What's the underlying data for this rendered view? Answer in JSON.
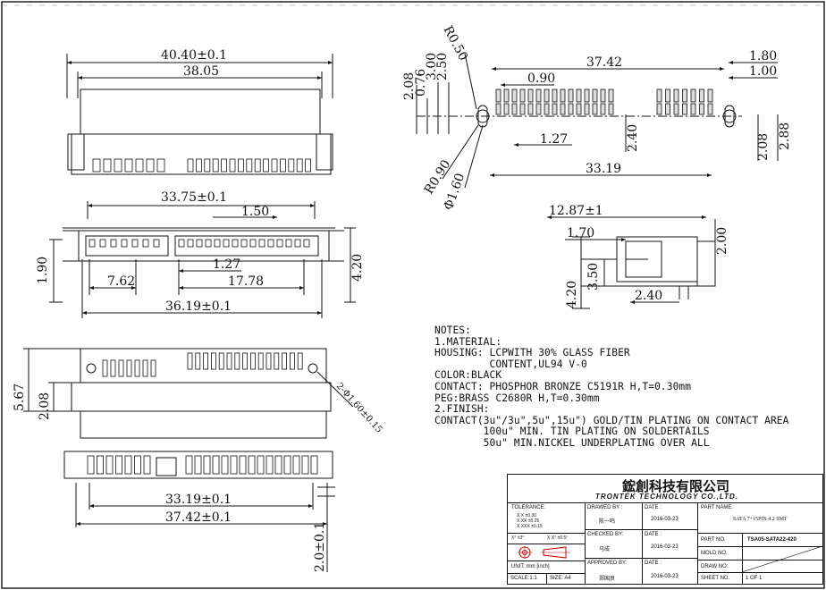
{
  "drawing": {
    "top_view": {
      "dim_overall": "40.40±0.1",
      "dim_inner": "38.05"
    },
    "front_view": {
      "dim_top": "33.75±0.1",
      "dim_pitch_large": "1.50",
      "dim_pitch_small": "1.27",
      "dim_left": "7.62",
      "dim_right": "17.78",
      "dim_overall": "36.19±0.1",
      "dim_height_left": "1.90",
      "dim_height_right": "4.20"
    },
    "bottom_view": {
      "dim_height": "5.67",
      "dim_lower": "2.08",
      "hole_callout": "2-Φ1.60±0.15"
    },
    "pad_view": {
      "dim_inner": "33.19±0.1",
      "dim_outer": "37.42±0.1",
      "dim_vertical": "2.0±0.1"
    },
    "pcb_layout": {
      "dim_overall": "37.42",
      "dim_pitch": "0.90",
      "dim_pitch2": "1.27",
      "dim_span": "33.19",
      "dim_row": "2.40",
      "dim_r50": "R0.50",
      "dim_r90": "R0.90",
      "dim_hole": "Φ1.60",
      "dim_208_left": "2.08",
      "dim_076": "0.76",
      "dim_300": "3.00",
      "dim_250": "2.50",
      "dim_180": "1.80",
      "dim_100": "1.00",
      "dim_208_right": "2.08",
      "dim_288": "2.88"
    },
    "side_view": {
      "dim_top": "12.87±1",
      "dim_170": "1.70",
      "dim_200": "2.00",
      "dim_420": "4.20",
      "dim_350": "3.50",
      "dim_240": "2.40"
    }
  },
  "notes": {
    "heading": "NOTES:",
    "lines": [
      "1.MATERIAL:",
      "HOUSING: LCPWITH 30% GLASS FIBER",
      "         CONTENT,UL94 V-0",
      "COLOR:BLACK",
      "CONTACT: PHOSPHOR BRONZE C5191R H,T=0.30mm",
      "PEG:BRASS C2680R H,T=0.30mm",
      "2.FINISH:",
      "CONTACT(3u\"/3u\",5u\",15u\") GOLD/TIN PLATING ON CONTACT AREA",
      "        100u\" MIN. TIN PLATING ON SOLDERTAILS",
      "        50u\" MIN.NICKEL UNDERPLATING OVER ALL"
    ]
  },
  "title_block": {
    "company_cn": "鋐創科技有限公司",
    "company_en": "TRONTEK TECHNOLOGY CO.,LTD.",
    "tolerance_label": "TOLERANCE:",
    "tolerance_x": "X.X  ±0.30",
    "tolerance_xx": "X.XX  ±0.25",
    "tolerance_xxx": "X.XXX ±0.15",
    "angle_1": "X° ±3°",
    "angle_2": "X.X° ±0.5°",
    "unit": "UNIT: mm [inch]",
    "scale": "SCALE:1:1",
    "size": "SIZE: A4",
    "drawn_by_label": "DRAWED BY :",
    "drawn_by": "陈一鸣",
    "checked_by_label": "CHECKED BY:",
    "checked_by": "马成",
    "approved_by_label": "APPROVED BY:",
    "approved_by": "郑国良",
    "date_label": "DATE :",
    "date_drawn": "2016-03-23",
    "date_checked": "2016-03-23",
    "date_approved": "2016-03-23",
    "part_name_label": "PART NAME:",
    "part_name": "SATA 7+15PIN 4.2 SMT",
    "part_no_label": "PART NO.",
    "part_no": "TSA05-SATA22-420",
    "mold_no_label": "MOLD NO.",
    "draw_no_label": "DRAW NO:",
    "sheet_no_label": "SHEET NO.",
    "sheet_no": "1 OF 1"
  }
}
